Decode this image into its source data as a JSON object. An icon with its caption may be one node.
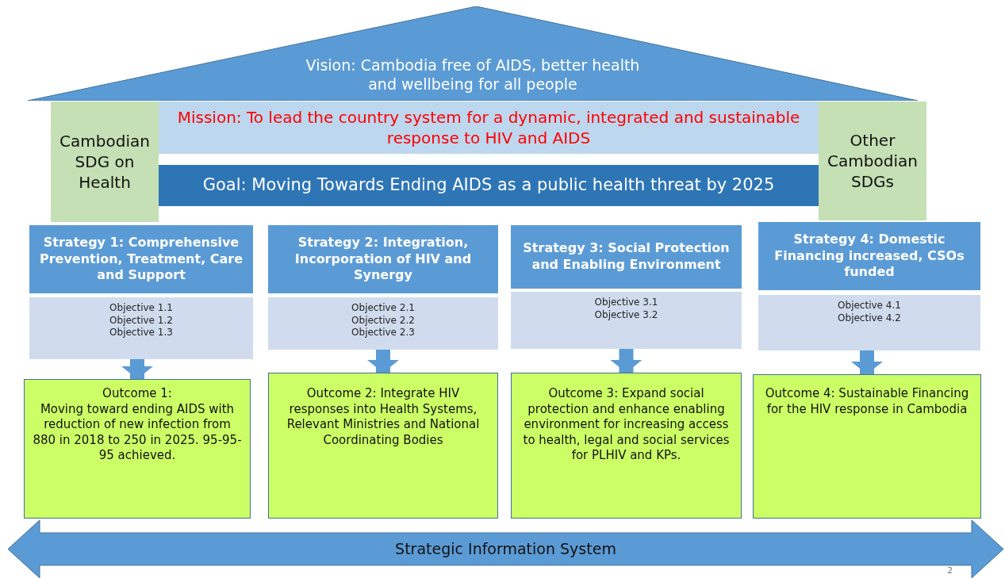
{
  "diagram": {
    "nodes": [
      {
        "text": [
          "Vision: Cambodia free of AIDS, better health and wellbeing for all people"
        ]
      },
      {
        "text": [
          "Mission: To lead the country system for a dynamic, integrated and sustainable response to HIV and AIDS"
        ]
      },
      {
        "text": [
          "Goal: Moving Towards Ending AIDS  as a public health threat by 2025"
        ]
      },
      {
        "text": [
          "Cambodian SDG on Health"
        ]
      },
      {
        "text": [
          "Other Cambodian SDGs"
        ]
      },
      {
        "text": [
          "Strategy 1: Comprehensive Prevention, Treatment, Care and Support"
        ]
      },
      {
        "text": [
          "Strategy 2: Integration, Incorporation of HIV and Synergy"
        ]
      },
      {
        "text": [
          "Strategy 3: Social Protection and Enabling Environment"
        ]
      },
      {
        "text": [
          "Strategy 4: Domestic Financing increased, CSOs funded"
        ]
      },
      {
        "text": [
          "Objective 1.1",
          "Objective 1.2",
          "Objective 1.3"
        ]
      },
      {
        "text": [
          "Objective 2.1",
          "Objective 2.2",
          "Objective 2.3"
        ]
      },
      {
        "text": [
          "Objective 3.1",
          "Objective 3.2"
        ]
      },
      {
        "text": [
          "Objective 4.1",
          "Objective 4.2"
        ]
      },
      {
        "text": [
          "Outcome 1:",
          "Moving toward ending AIDS with reduction of new infection from 880 in 2018 to 250 in 2025.  95-95-95 achieved."
        ]
      },
      {
        "text": [
          "Outcome 2: Integrate HIV responses into Health Systems, Relevant Ministries and National Coordinating Bodies"
        ]
      },
      {
        "text": [
          "Outcome 3: Expand social protection and enhance enabling environment for increasing access to health, legal and social services for PLHIV and KPs."
        ]
      },
      {
        "text": [
          "Outcome 4: Sustainable Financing for the HIV response in Cambodia"
        ]
      },
      {
        "text": [
          "Strategic Information System"
        ]
      }
    ],
    "edges": [
      {
        "from": 9,
        "to": 13,
        "arrow": "to"
      },
      {
        "from": 10,
        "to": 14,
        "arrow": "to"
      },
      {
        "from": 11,
        "to": 15,
        "arrow": "to"
      },
      {
        "from": 12,
        "to": 16,
        "arrow": "to"
      }
    ],
    "labels": [
      "2"
    ]
  }
}
